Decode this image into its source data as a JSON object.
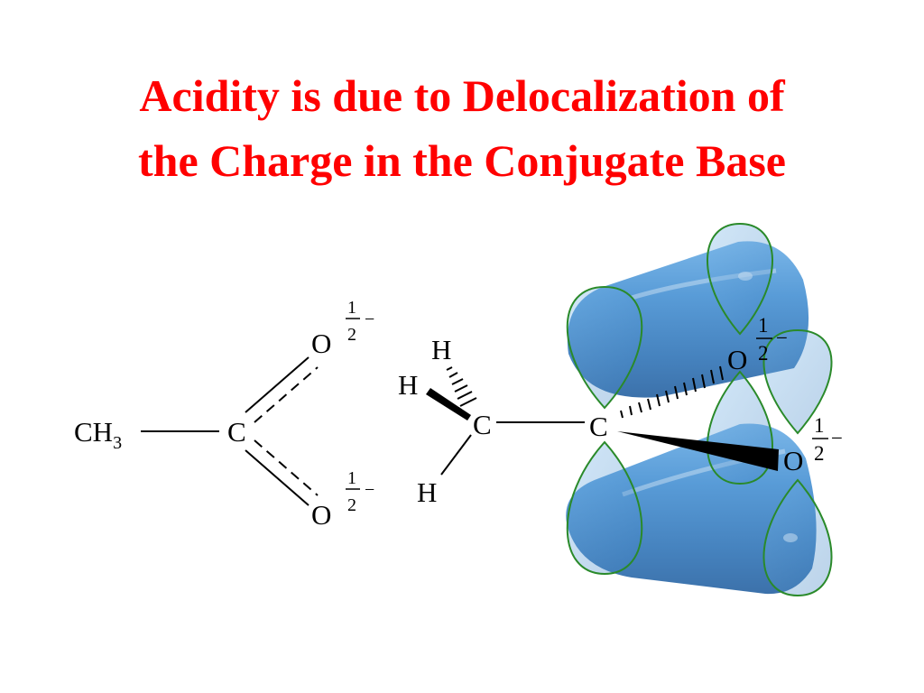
{
  "title": {
    "line1": "Acidity is due to Delocalization of",
    "line2": "the Charge in the Conjugate Base"
  },
  "resonance_structure": {
    "methyl": "CH",
    "methyl_subscript": "3",
    "carbon": "C",
    "oxygen_top": "O",
    "oxygen_bottom": "O",
    "charge_numerator": "1",
    "charge_denominator": "2",
    "charge_sign": "−"
  },
  "orbital_model": {
    "h_top": "H",
    "h_left": "H",
    "h_bottom": "H",
    "methyl_carbon": "C",
    "carboxyl_carbon": "C",
    "oxygen_back": "O",
    "oxygen_front": "O",
    "charge_numerator": "1",
    "charge_denominator": "2",
    "charge_sign": "−"
  },
  "colors": {
    "title": "#ff0000",
    "orbital_fill": "#4a90d0",
    "orbital_edge": "#2a8a2a"
  }
}
